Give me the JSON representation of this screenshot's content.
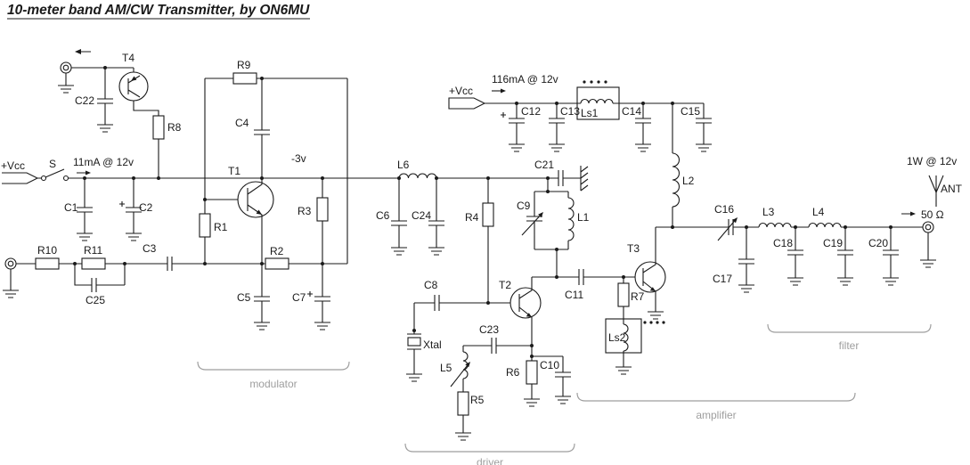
{
  "title": "10-meter band AM/CW Transmitter, by ON6MU",
  "annotations": {
    "vcc_left": "+Vcc",
    "switch": "S",
    "modulator_current": "11mA @ 12v",
    "vcc_right": "+Vcc",
    "pa_current": "116mA @ 12v",
    "bias_voltage": "-3v",
    "output_power": "1W @ 12v",
    "antenna": "ANT",
    "impedance": "50 Ω"
  },
  "sections": {
    "modulator": "modulator",
    "driver": "driver",
    "amplifier": "amplifier",
    "filter": "filter"
  },
  "components": {
    "t1": "T1",
    "t2": "T2",
    "t3": "T3",
    "t4": "T4",
    "r1": "R1",
    "r2": "R2",
    "r3": "R3",
    "r4": "R4",
    "r5": "R5",
    "r6": "R6",
    "r7": "R7",
    "r8": "R8",
    "r9": "R9",
    "r10": "R10",
    "r11": "R11",
    "c1": "C1",
    "c2": "C2",
    "c3": "C3",
    "c4": "C4",
    "c5": "C5",
    "c6": "C6",
    "c7": "C7",
    "c8": "C8",
    "c9": "C9",
    "c10": "C10",
    "c11": "C11",
    "c12": "C12",
    "c13": "C13",
    "c14": "C14",
    "c15": "C15",
    "c16": "C16",
    "c17": "C17",
    "c18": "C18",
    "c19": "C19",
    "c20": "C20",
    "c21": "C21",
    "c22": "C22",
    "c23": "C23",
    "c24": "C24",
    "c25": "C25",
    "l1": "L1",
    "l2": "L2",
    "l3": "L3",
    "l4": "L4",
    "l5": "L5",
    "l6": "L6",
    "ls1": "Ls1",
    "ls2": "Ls2",
    "xtal": "Xtal"
  }
}
